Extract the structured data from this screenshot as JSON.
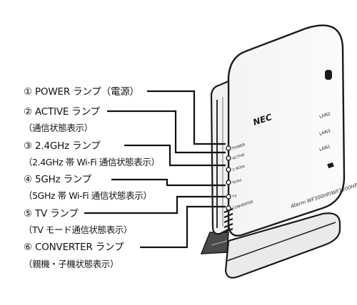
{
  "labels": [
    {
      "main": "① POWER ランプ（電源）",
      "sub": ""
    },
    {
      "main": "② ACTIVE ランプ",
      "sub": "（通信状態表示）"
    },
    {
      "main": "③ 2.4GHz ランプ",
      "sub": "（2.4GHz 帯 Wi-Fi 通信状態表示）"
    },
    {
      "main": "④ 5GHz ランプ",
      "sub": "（5GHz 帯 Wi-Fi 通信状態表示）"
    },
    {
      "main": "⑤ TV ランプ",
      "sub": "（TV モード通信状態表示）"
    },
    {
      "main": "⑥ CONVERTER ランプ",
      "sub": "（親機・子機状態表示）"
    }
  ],
  "device": {
    "brand": "NEC",
    "front_lamps": [
      "POWER",
      "ACTIVE",
      "2.4GHz",
      "5GHz",
      "TV",
      "CONVERTER"
    ],
    "side_ports": [
      "LAN2",
      "LAN3",
      "LAN1"
    ],
    "model_logo": "Aterm WF300HP/WF1200HP"
  }
}
